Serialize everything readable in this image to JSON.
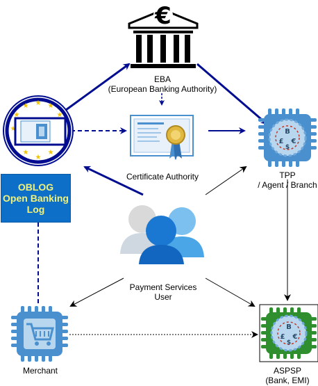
{
  "nodes": {
    "eba": {
      "name": "EBA",
      "full_name": "(European Banking Authority)"
    },
    "ca": {
      "name": "Certificate Authority"
    },
    "tpp": {
      "name": "TPP",
      "roles": "/ Agent / Branch"
    },
    "oblog": {
      "line1": "OBLOG",
      "line2": "Open Banking",
      "line3": "Log"
    },
    "psu": {
      "name": "Payment Services",
      "name2": "User"
    },
    "merchant": {
      "name": "Merchant"
    },
    "aspsp": {
      "name": "ASPSP",
      "types": "(Bank, EMI)"
    }
  },
  "icons": {
    "eba": "bank-euro-icon",
    "ca": "certificate-icon",
    "tpp": "chip-currency-icon",
    "oblog": "eu-stars-badge-icon",
    "psu": "users-group-icon",
    "merchant": "chip-cart-icon",
    "aspsp": "chip-currency-icon"
  },
  "colors": {
    "dark_blue": "#000c8f",
    "chip_blue": "#4a90cf",
    "chip_light": "#b8d7ef",
    "chip_green": "#2f8f2f",
    "oblog_fill": "#0d6fc8",
    "oblog_text": "#f2f27a",
    "star_gold": "#f2c400"
  }
}
